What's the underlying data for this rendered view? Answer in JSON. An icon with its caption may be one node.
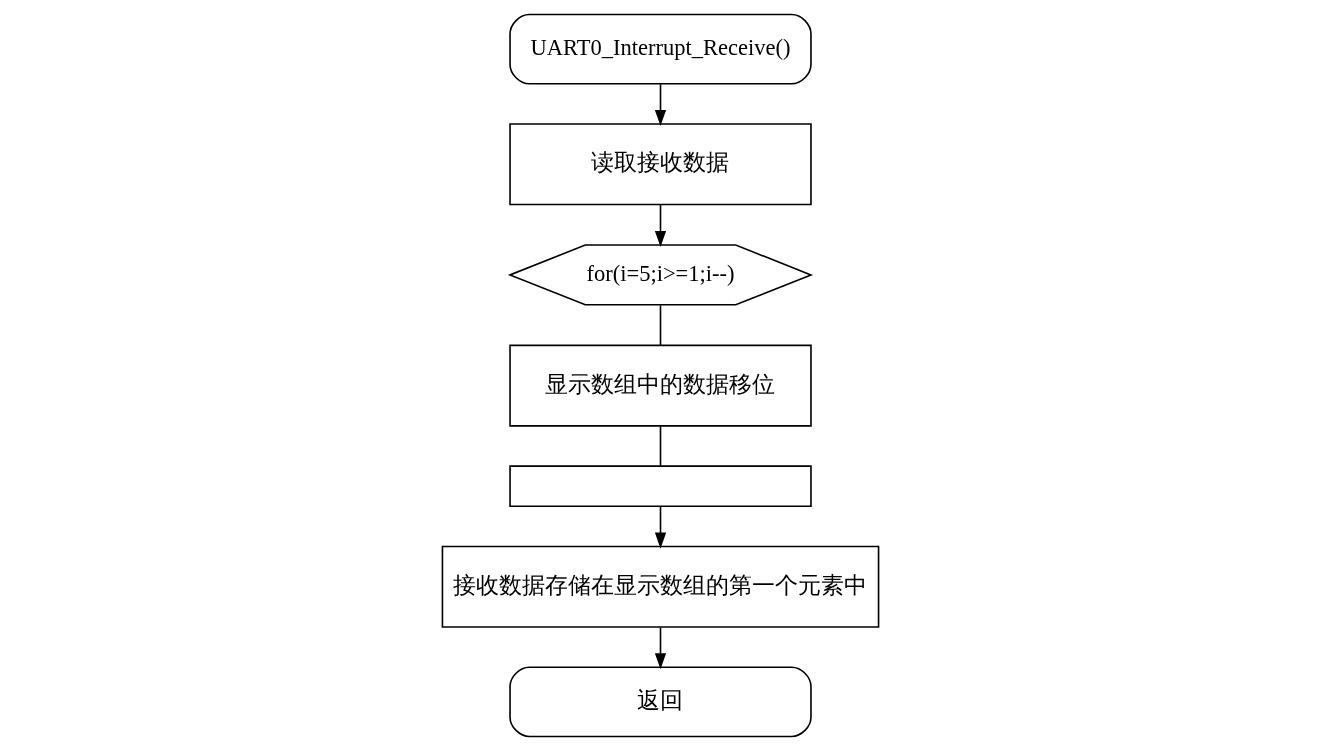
{
  "diagram": {
    "nodes": [
      {
        "text": [
          "UART0_Interrupt_Receive()"
        ]
      },
      {
        "text": [
          "读取接收数据"
        ]
      },
      {
        "text": [
          "for(i=5;i>=1;i--)"
        ]
      },
      {
        "text": [
          "显示数组中的数据移位"
        ]
      },
      {
        "text": [],
        "shape": "box"
      },
      {
        "text": [
          "接收数据存储在显示数组的第一个元素中"
        ]
      },
      {
        "text": [
          "返回"
        ]
      }
    ],
    "edges": [
      {
        "from": 0,
        "to": 1,
        "arrow": "to"
      },
      {
        "from": 1,
        "to": 2,
        "arrow": "to"
      },
      {
        "from": 2,
        "to": 3,
        "arrow": "none"
      },
      {
        "from": 3,
        "to": 4,
        "arrow": "none"
      },
      {
        "from": 4,
        "to": 5,
        "arrow": "to"
      },
      {
        "from": 5,
        "to": 6,
        "arrow": "to"
      }
    ]
  }
}
